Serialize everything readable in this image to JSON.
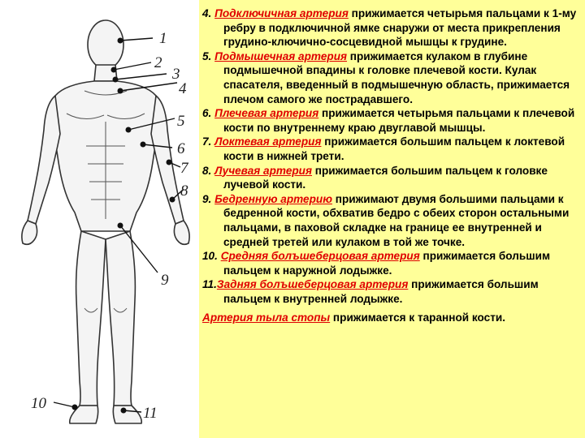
{
  "figure": {
    "labels": [
      "1",
      "2",
      "3",
      "4",
      "5",
      "6",
      "7",
      "8",
      "9",
      "10",
      "11"
    ]
  },
  "paragraphs": [
    {
      "num": "4.",
      "term": "Подключичная артерия",
      "rest": " прижимается четырьмя пальцами к 1-му ребру в подключичной ямке снаружи от места прикрепления грудино-ключично-сосцевидной мышцы к грудине."
    },
    {
      "num": "5.",
      "term": "Подмышечная артерия",
      "rest": " прижимается кулаком в глубине подмышечной впадины к головке плечевой кости. Кулак спасателя, введенный в подмышечную область, прижимается плечом самого же пострадавшего."
    },
    {
      "num": "6.",
      "term": "Плечевая артерия",
      "rest": " прижимается четырьмя пальцами к плечевой кости по внутреннему краю двуглавой мышцы."
    },
    {
      "num": "7.",
      "term": "Локтевая артерия",
      "rest": " прижимается большим пальцем к локтевой кости в нижней трети."
    },
    {
      "num": "8.",
      "term": "Лучевая артерия",
      "rest": " прижимается большим пальцем к головке лучевой кости."
    },
    {
      "num": "9.",
      "term": "Бедренную артерию",
      "rest": " прижимают двумя большими пальцами к бедренной кости, обхватив бедро с обеих сторон остальными пальцами, в паховой складке на границе ее внутренней и средней третей или кулаком в той же точке."
    },
    {
      "num": "10.",
      "term": "Средняя болъшеберцовая артерия",
      "rest": " прижимается большим пальцем к наружной лодыжке."
    },
    {
      "num": "11.",
      "term": "Задняя болъшеберцовая артерия",
      "rest": " прижимается большим пальцем к внутренней лодыжке."
    },
    {
      "num": "",
      "term": "Артерия тыла стопы",
      "rest": " прижимается к таранной кости."
    }
  ]
}
